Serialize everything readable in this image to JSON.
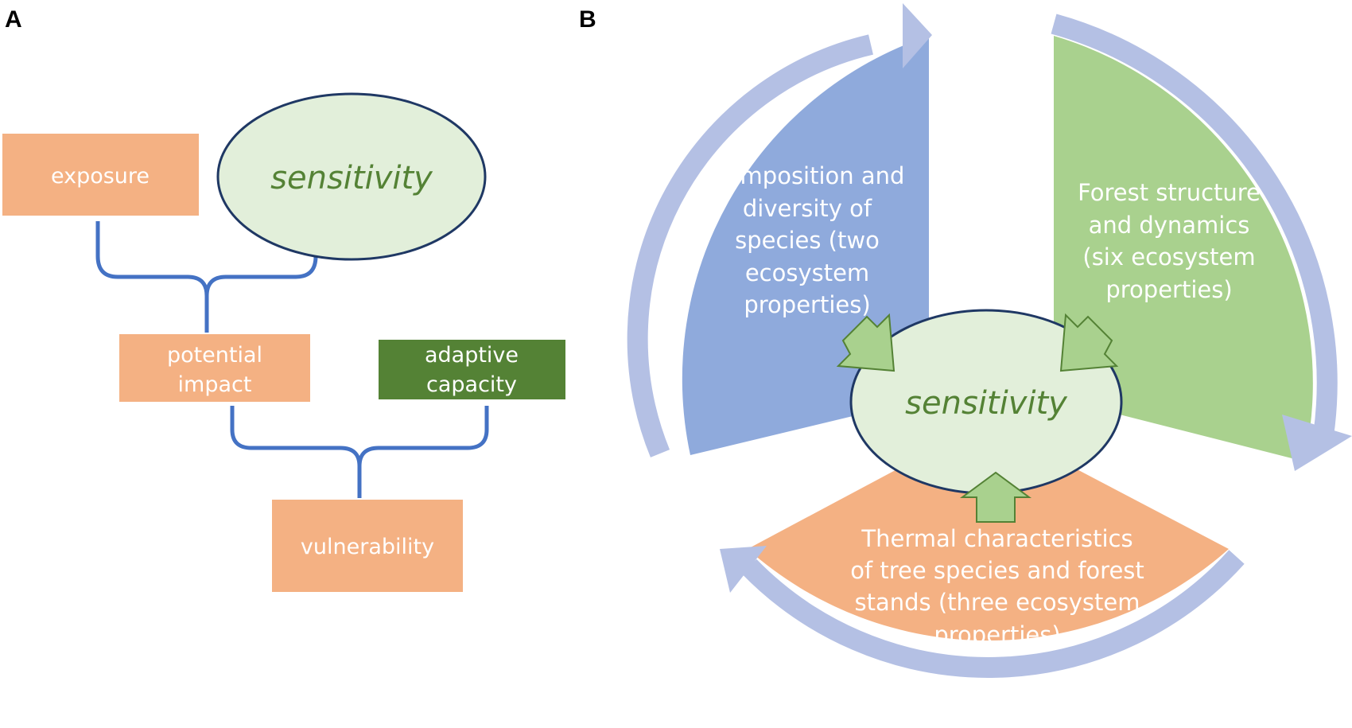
{
  "panel_a": {
    "label": "A",
    "boxes": {
      "exposure": "exposure",
      "sensitivity": "sensitivity",
      "potential_impact": [
        "potential",
        "impact"
      ],
      "adaptive_capacity": [
        "adaptive",
        "capacity"
      ],
      "vulnerability": "vulnerability"
    }
  },
  "panel_b": {
    "label": "B",
    "center": "sensitivity",
    "segments": {
      "composition": [
        "Composition and",
        "diversity of",
        "species (two",
        "ecosystem",
        "properties)"
      ],
      "structure": [
        "Forest structure",
        "and dynamics",
        "(six ecosystem",
        "properties)"
      ],
      "thermal": [
        "Thermal characteristics",
        "of tree species and forest",
        "stands (three ecosystem",
        "properties)"
      ]
    }
  },
  "colors": {
    "salmon": "#f4b183",
    "dark_green": "#548235",
    "light_green_fill": "#e2efda",
    "ellipse_stroke": "#1f3864",
    "sensitivity_text": "#548235",
    "connector_blue": "#4472c4",
    "blue_segment": "#8faadc",
    "green_segment": "#a9d18e",
    "cycle_arrow": "#b4c0e4",
    "small_arrow_fill": "#a9d18e",
    "small_arrow_stroke": "#548235"
  }
}
